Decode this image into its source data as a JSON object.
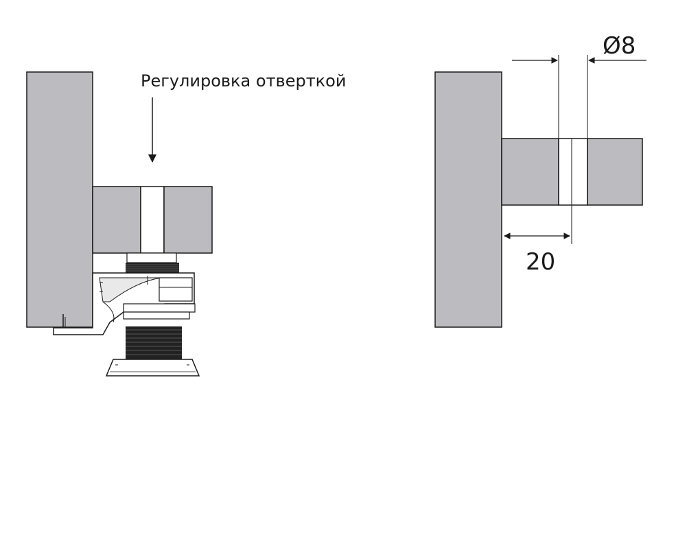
{
  "labels": {
    "adjust_note": "Регулировка отверткой",
    "hole_diameter": "Ø8",
    "hole_offset": "20"
  },
  "colors": {
    "panel_gray": "#bcbcc0",
    "outline": "#1a1a1a",
    "thread": "#222222",
    "metal_light": "#e9e9e9",
    "background": "#ffffff"
  }
}
